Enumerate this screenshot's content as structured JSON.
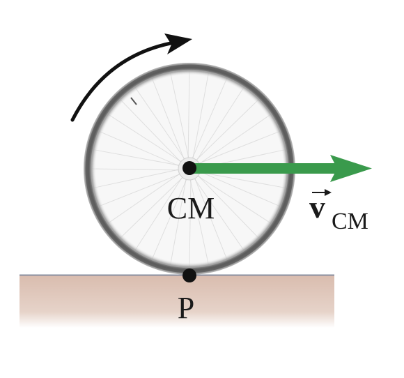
{
  "labels": {
    "center": "CM",
    "contact": "P",
    "velocity_symbol": "v",
    "velocity_subscript": "CM"
  },
  "colors": {
    "ground": "#d9bcae",
    "ground_edge": "#8a8fa0",
    "velocity_arrow": "#3a9a4c",
    "rotation_arrow": "#111111",
    "wheel_rim": "#6d6d6d",
    "wheel_fill": "#f7f7f7",
    "spokes": "#cfcfcf",
    "dot": "#111111"
  },
  "icons": {
    "rotation_arrow": "curved-arrow-clockwise",
    "velocity_arrow": "straight-arrow-right"
  }
}
